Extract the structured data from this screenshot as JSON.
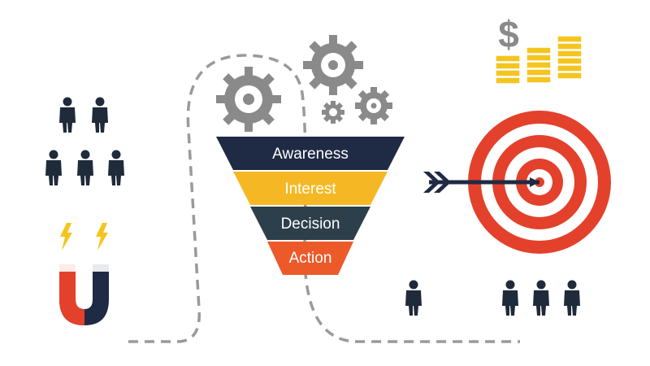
{
  "funnel": {
    "stages": [
      {
        "label": "Awareness",
        "color": "#1f2a44"
      },
      {
        "label": "Interest",
        "color": "#f5b824"
      },
      {
        "label": "Decision",
        "color": "#2d3f4a"
      },
      {
        "label": "Action",
        "color": "#ec5a2a"
      }
    ]
  },
  "colors": {
    "gear": "#8a8a8a",
    "person": "#1f2a3a",
    "target_red": "#e3412b",
    "coin": "#f4c51f",
    "magnet_red": "#e3412b",
    "magnet_dark": "#1f2a44",
    "lightning": "#f4c51f",
    "dashed_path": "#9a9a9a"
  },
  "icons": {
    "dollar_sign": "$",
    "gears": "gear-icon",
    "target": "target-icon",
    "arrow": "arrow-icon",
    "magnet": "magnet-icon",
    "lightning": "lightning-icon",
    "person": "person-icon",
    "coins": "coin-stack-icon"
  }
}
